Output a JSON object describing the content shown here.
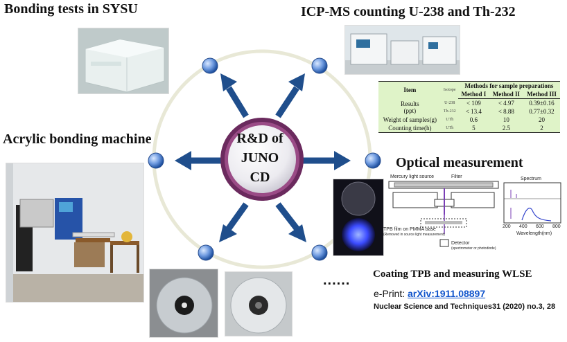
{
  "headings": {
    "bonding_tests": "Bonding tests in SYSU",
    "icpms": "ICP-MS counting U-238 and Th-232",
    "bonding_machine": "Acrylic bonding machine",
    "optical": "Optical measurement",
    "coating": "Coating TPB and  measuring WLSE"
  },
  "center": {
    "line1": "R&D of",
    "line2": "JUNO",
    "line3": "CD"
  },
  "ellipsis": "......",
  "eprint": {
    "prefix": "e-Print: ",
    "link": "arXiv:1911.08897"
  },
  "journal": "Nuclear Science and Techniques31 (2020) no.3, 28",
  "table": {
    "col_item": "Item",
    "col_isotope": "Isotope",
    "methods_header": "Methods for sample preparations",
    "method1": "Method I",
    "method2": "Method II",
    "method3": "Method III",
    "results_label": "Results",
    "results_unit": "(ppt)",
    "u238": "U-238",
    "th232": "Th-232",
    "r_u_1": "< 109",
    "r_u_2": "< 4.97",
    "r_u_3": "0.39±0.16",
    "r_th_1": "< 13.4",
    "r_th_2": "< 8.88",
    "r_th_3": "0.77±0.32",
    "weight_label": "Weight of samples(g)",
    "weight_iso": "UTh",
    "w1": "0.6",
    "w2": "10",
    "w3": "20",
    "time_label": "Counting time(h)",
    "time_iso": "UTh",
    "t1": "5",
    "t2": "2.5",
    "t3": "2"
  },
  "optical_diagram": {
    "mercury": "Mercury light source",
    "filter": "Filter",
    "spectrum": "Spectrum",
    "tpb_film": "TPB film on PMMA base",
    "tpb_sub": "(Removed in source light measurement)",
    "detector": "Detector",
    "detector_sub": "(spectrometer or photodiode)",
    "x_ticks": [
      "200",
      "400",
      "600",
      "800"
    ],
    "x_label": "Wavelength(nm)"
  },
  "colors": {
    "arrow": "#1f4e8c",
    "ring": "#e8e8d6",
    "center_outer": "#7a2f6a",
    "table_bg": "#dff3c8",
    "link": "#1155cc"
  }
}
